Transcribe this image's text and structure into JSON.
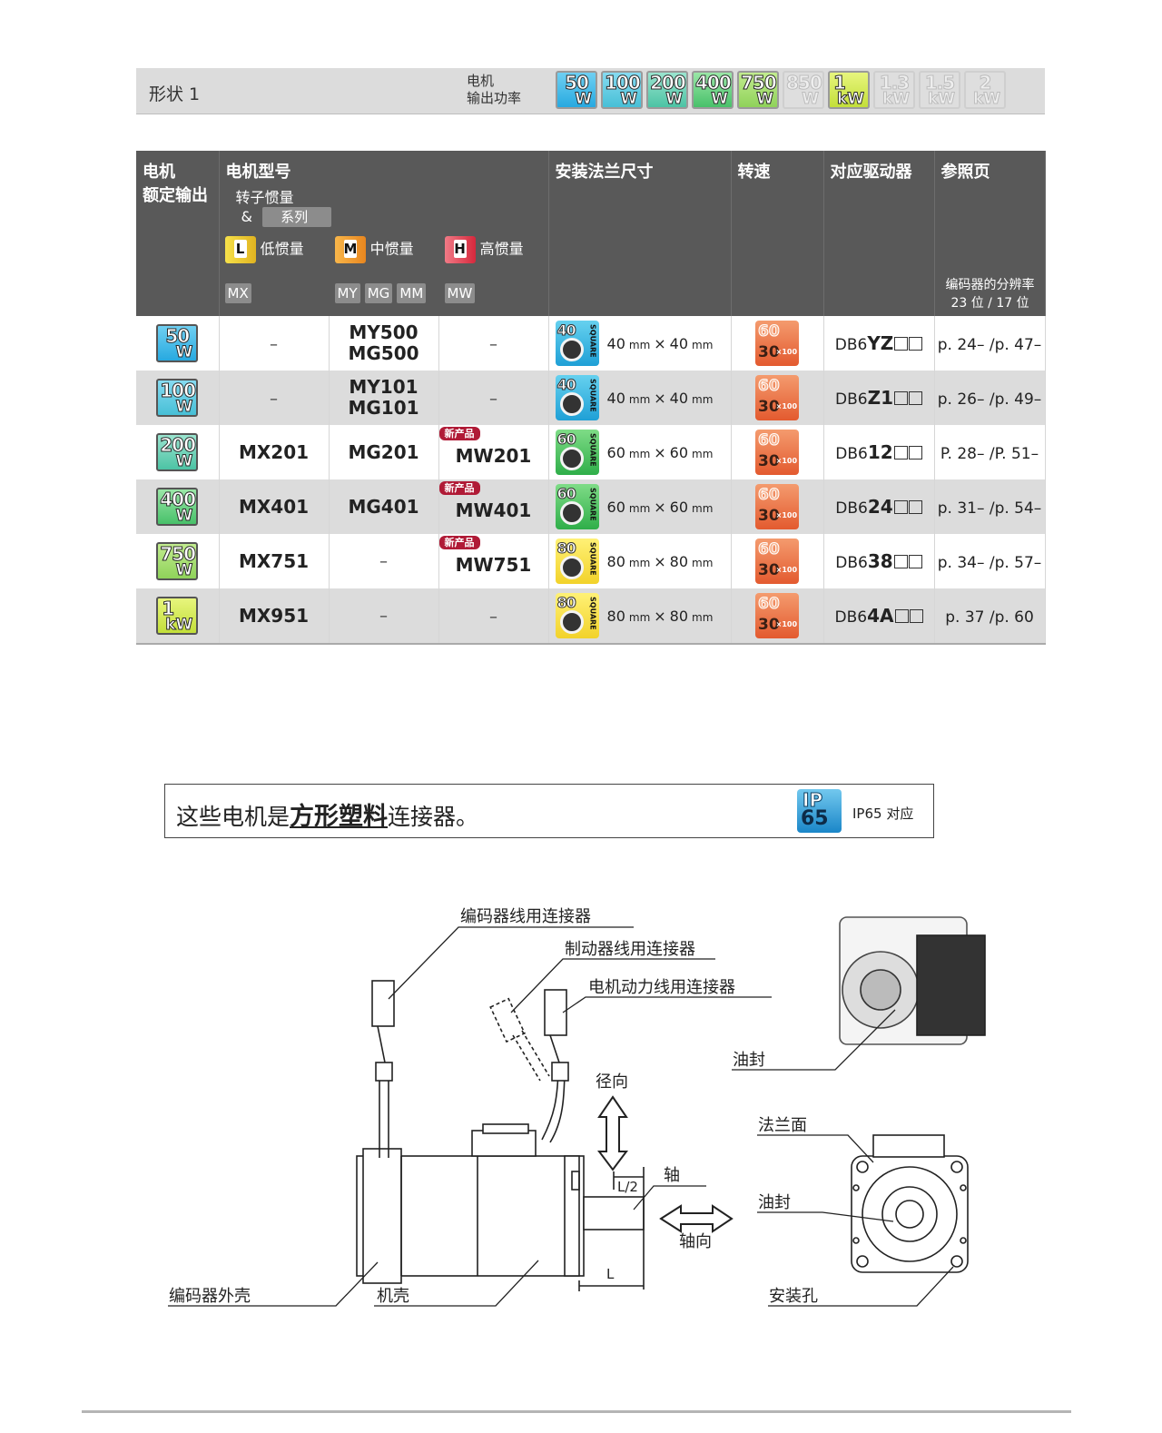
{
  "shape_bar": {
    "title": "形状 1",
    "output_label_1": "电机",
    "output_label_2": "输出功率",
    "badges": [
      {
        "n": "50",
        "u": "W",
        "color": "c-50",
        "active": true
      },
      {
        "n": "100",
        "u": "W",
        "color": "c-100",
        "active": true
      },
      {
        "n": "200",
        "u": "W",
        "color": "c-200",
        "active": true
      },
      {
        "n": "400",
        "u": "W",
        "color": "c-400",
        "active": true
      },
      {
        "n": "750",
        "u": "W",
        "color": "c-750",
        "active": true
      },
      {
        "n": "850",
        "u": "W",
        "color": "dim",
        "active": false
      },
      {
        "n": "1",
        "u": "kW",
        "color": "c-1k",
        "active": true
      },
      {
        "n": "1.3",
        "u": "kW",
        "color": "dim",
        "active": false
      },
      {
        "n": "1.5",
        "u": "kW",
        "color": "dim",
        "active": false
      },
      {
        "n": "2",
        "u": "kW",
        "color": "dim",
        "active": false
      }
    ]
  },
  "table": {
    "headers": {
      "rated": [
        "电机",
        "额定输出"
      ],
      "model": "电机型号",
      "rotor": "转子惯量",
      "amp": "&",
      "series_tag": "系列",
      "low": "低惯量",
      "mid": "中惯量",
      "high": "高惯量",
      "series_low": "MX",
      "series_mid": [
        "MY",
        "MG",
        "MM"
      ],
      "series_high": "MW",
      "flange": "安装法兰尺寸",
      "speed": "转速",
      "driver": "对应驱动器",
      "ref": "参照页",
      "encoder_1": "编码器的分辨率",
      "encoder_2": "23 位 / 17 位"
    },
    "rows": [
      {
        "power_n": "50",
        "power_u": "W",
        "power_color": "c-50",
        "low": "–",
        "mid": [
          "MY500",
          "MG500"
        ],
        "high": "–",
        "high_new": false,
        "flange_icon": "40",
        "flange_class": "sq-40",
        "flange_num": "40",
        "unit": "mm",
        "x": "×",
        "driver_pre": "DB6",
        "driver_code": "YZ",
        "ref": "p. 24– /p. 47–"
      },
      {
        "power_n": "100",
        "power_u": "W",
        "power_color": "c-100",
        "low": "–",
        "mid": [
          "MY101",
          "MG101"
        ],
        "high": "–",
        "high_new": false,
        "flange_icon": "40",
        "flange_class": "sq-40",
        "flange_num": "40",
        "unit": "mm",
        "x": "×",
        "driver_pre": "DB6",
        "driver_code": "Z1",
        "ref": "p. 26– /p. 49–"
      },
      {
        "power_n": "200",
        "power_u": "W",
        "power_color": "c-200",
        "low": "MX201",
        "mid": [
          "MG201"
        ],
        "high": "MW201",
        "high_new": true,
        "flange_icon": "60",
        "flange_class": "sq-60",
        "flange_num": "60",
        "unit": "mm",
        "x": "×",
        "driver_pre": "DB6",
        "driver_code": "12",
        "ref": "P. 28– /P. 51–"
      },
      {
        "power_n": "400",
        "power_u": "W",
        "power_color": "c-400",
        "low": "MX401",
        "mid": [
          "MG401"
        ],
        "high": "MW401",
        "high_new": true,
        "flange_icon": "60",
        "flange_class": "sq-60",
        "flange_num": "60",
        "unit": "mm",
        "x": "×",
        "driver_pre": "DB6",
        "driver_code": "24",
        "ref": "p. 31– /p. 54–"
      },
      {
        "power_n": "750",
        "power_u": "W",
        "power_color": "c-750",
        "low": "MX751",
        "mid": [
          "–"
        ],
        "high": "MW751",
        "high_new": true,
        "flange_icon": "80",
        "flange_class": "sq-80",
        "flange_num": "80",
        "unit": "mm",
        "x": "×",
        "driver_pre": "DB6",
        "driver_code": "38",
        "ref": "p. 34– /p. 57–"
      },
      {
        "power_n": "1",
        "power_u": "kW",
        "power_color": "c-1k",
        "low": "MX951",
        "mid": [
          "–"
        ],
        "high": "–",
        "high_new": false,
        "flange_icon": "80",
        "flange_class": "sq-80",
        "flange_num": "80",
        "unit": "mm",
        "x": "×",
        "driver_pre": "DB6",
        "driver_code": "4A",
        "ref": "p. 37 /p. 60"
      }
    ],
    "new_tag": "新产品",
    "speed_top": "60",
    "speed_bottom": "30",
    "speed_suffix": "×100",
    "square_word": "SQUARE"
  },
  "notice": {
    "pre": "这些电机是",
    "bold": "方形塑料",
    "post": "连接器。",
    "ip_top": "IP",
    "ip_bottom": "65",
    "ip_label": "IP65 对应"
  },
  "diagram": {
    "encoder_connector": "编码器线用连接器",
    "brake_connector": "制动器线用连接器",
    "power_connector": "电机动力线用连接器",
    "radial": "径向",
    "half_L": "L/2",
    "shaft": "轴",
    "axial": "轴向",
    "L": "L",
    "encoder_housing": "编码器外壳",
    "housing": "机壳",
    "oil_seal_top": "油封",
    "flange_face": "法兰面",
    "oil_seal": "油封",
    "mount_hole": "安装孔"
  }
}
